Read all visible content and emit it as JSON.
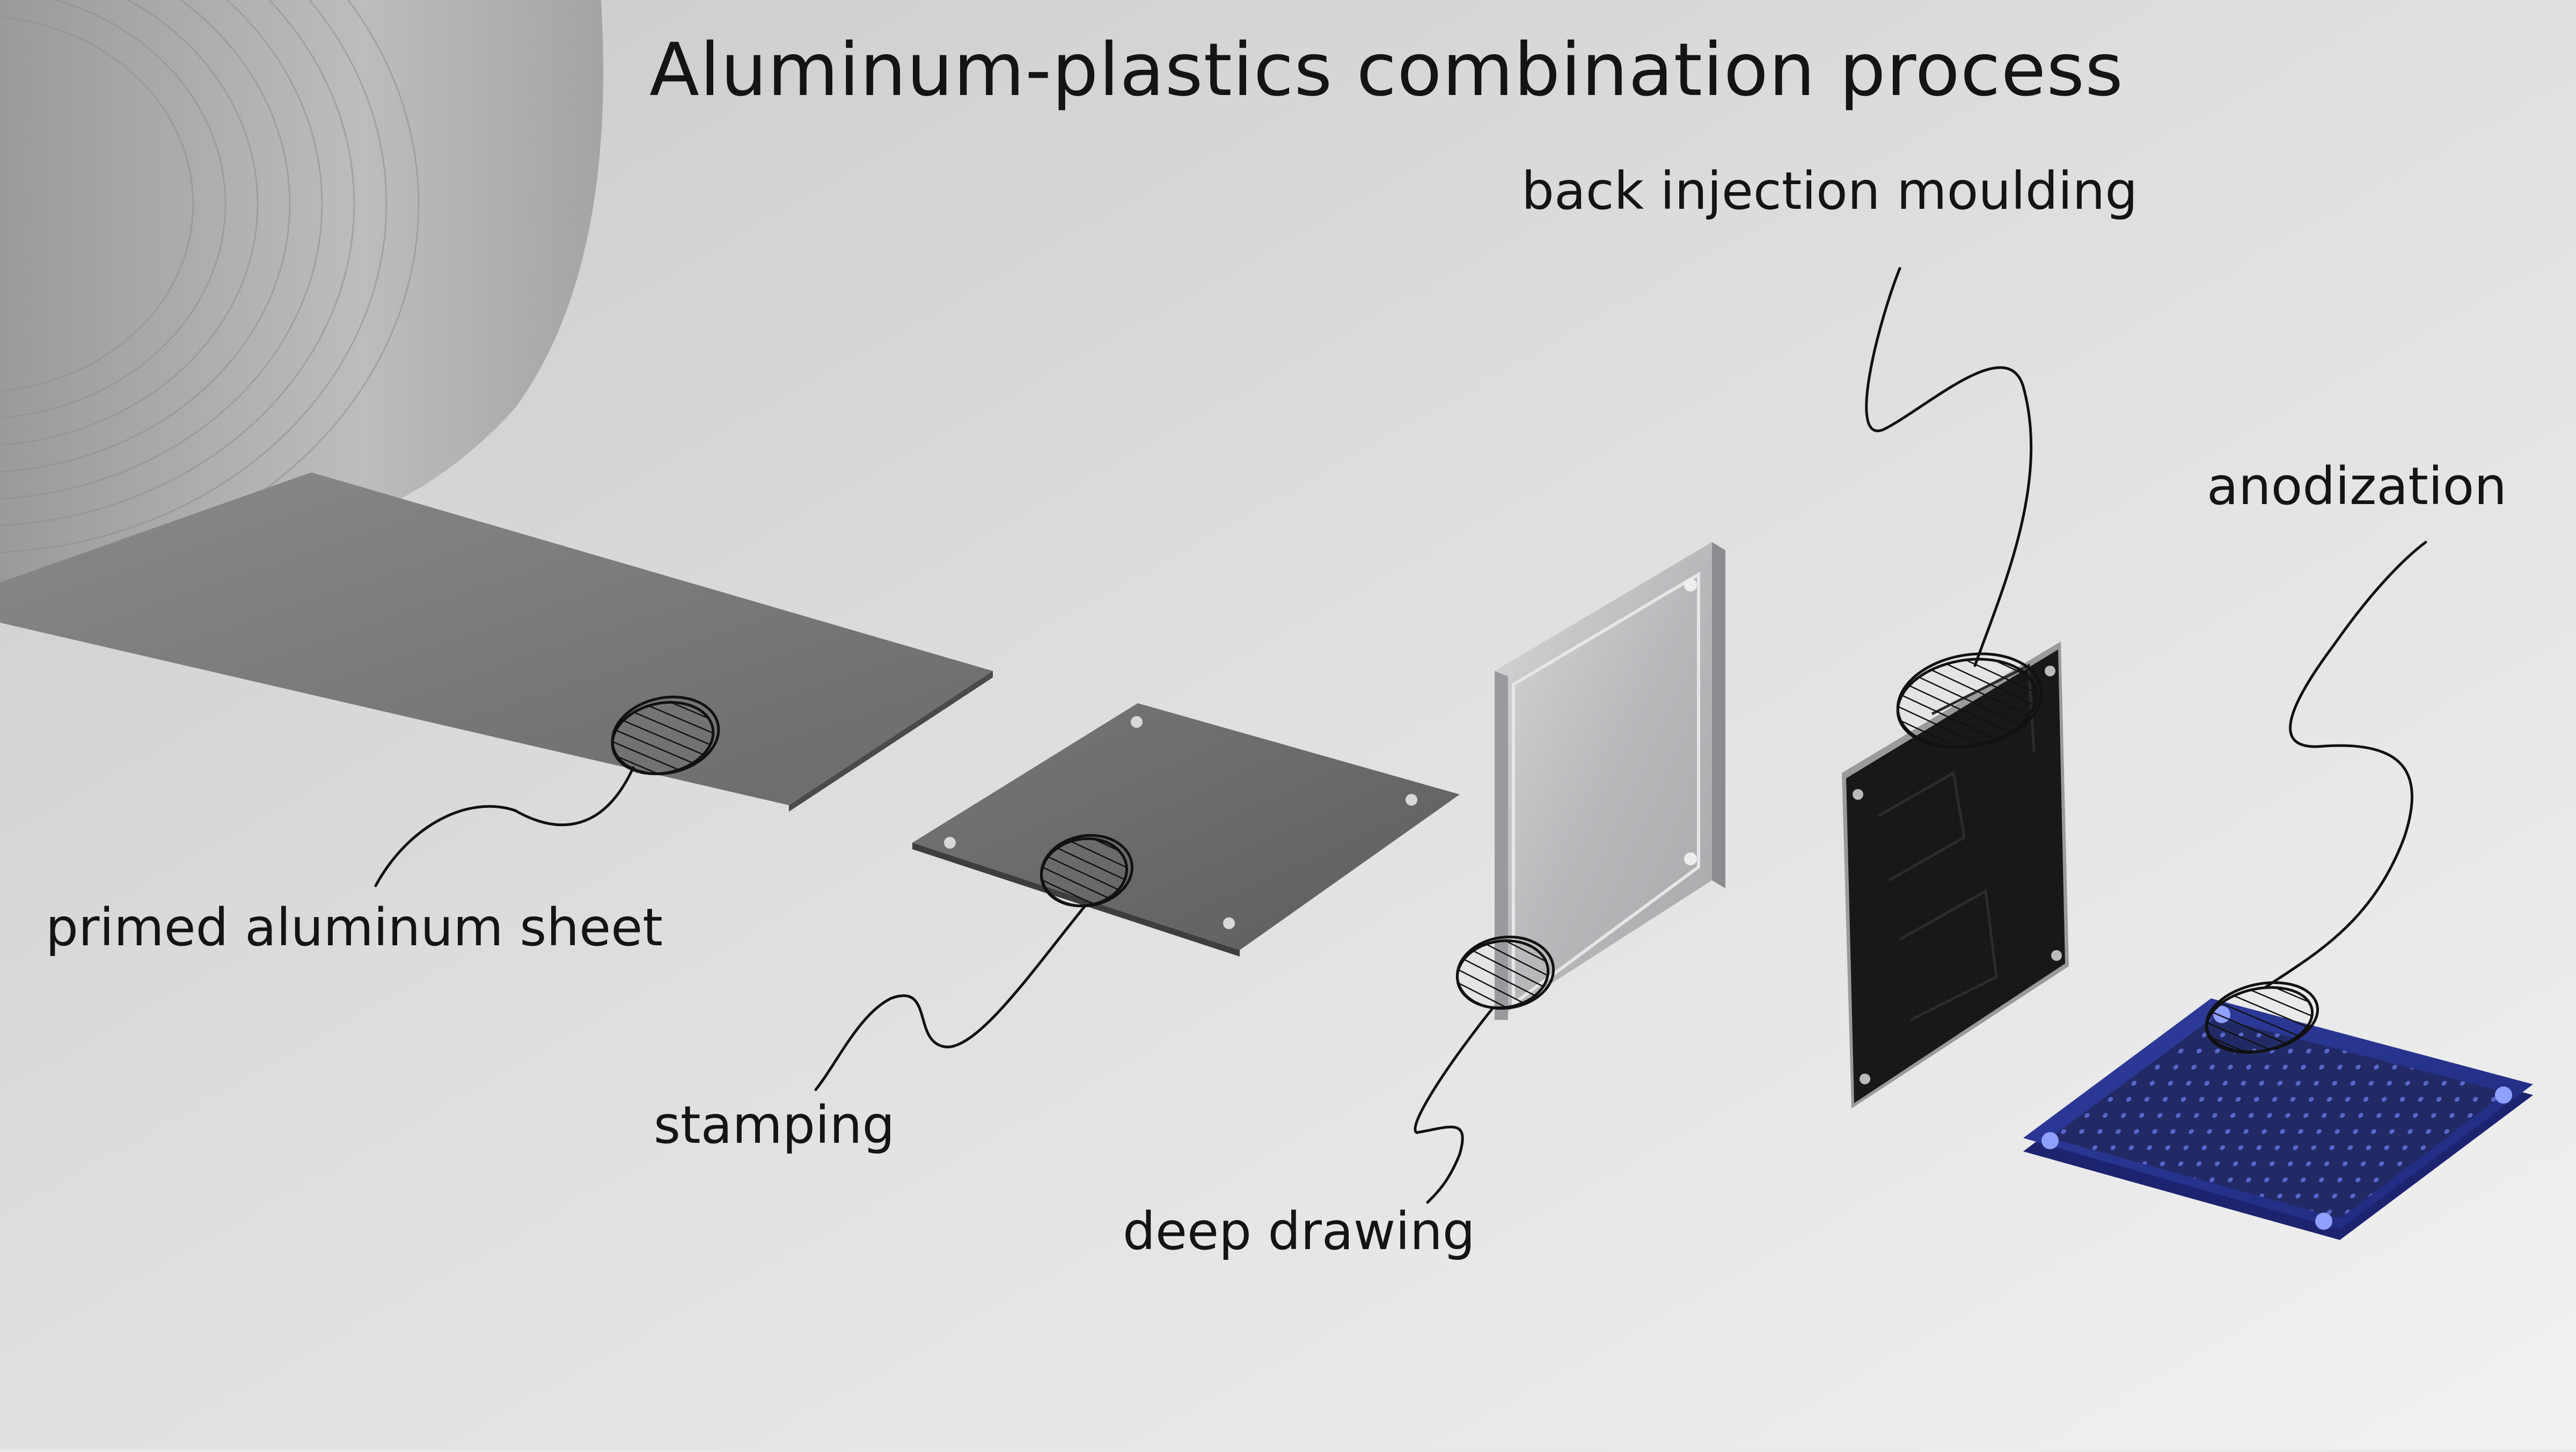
{
  "title": "Aluminum-plastics combination process",
  "steps": [
    {
      "label": "primed aluminum sheet"
    },
    {
      "label": "stamping"
    },
    {
      "label": "deep drawing"
    },
    {
      "label": "back injection moulding"
    },
    {
      "label": "anodization"
    }
  ],
  "colors": {
    "background": "#e9e9e9",
    "aluminum_sheet": "#6f6f6f",
    "stamped_blank": "#666666",
    "drawn_part": "#c4c4c6",
    "injected_part": "#1a1a1a",
    "anodized_part": "#2b3a9c",
    "annotation_ink": "#111111"
  }
}
